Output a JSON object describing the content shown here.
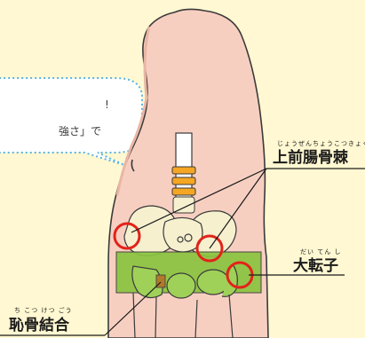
{
  "speech_bubble": {
    "line1": "!",
    "line2": "強さ」で"
  },
  "labels": {
    "asis": {
      "reading": "じょうぜんちょうこつきょく",
      "text": "上前腸骨棘"
    },
    "greater_trochanter": {
      "reading": "だい てん し",
      "text": "大転子"
    },
    "pubic_symphysis": {
      "reading": "ち こつ けつ ごう",
      "text": "恥骨結合"
    }
  },
  "colors": {
    "background": "#fff8d2",
    "skin": "#f7cfc1",
    "outline": "#3a3a3a",
    "belt": "#8ac43f",
    "bone": "#f6f0cf",
    "marker": "#e2231a",
    "spine": "#f5a623",
    "bubble_border": "#5ab4e0"
  }
}
